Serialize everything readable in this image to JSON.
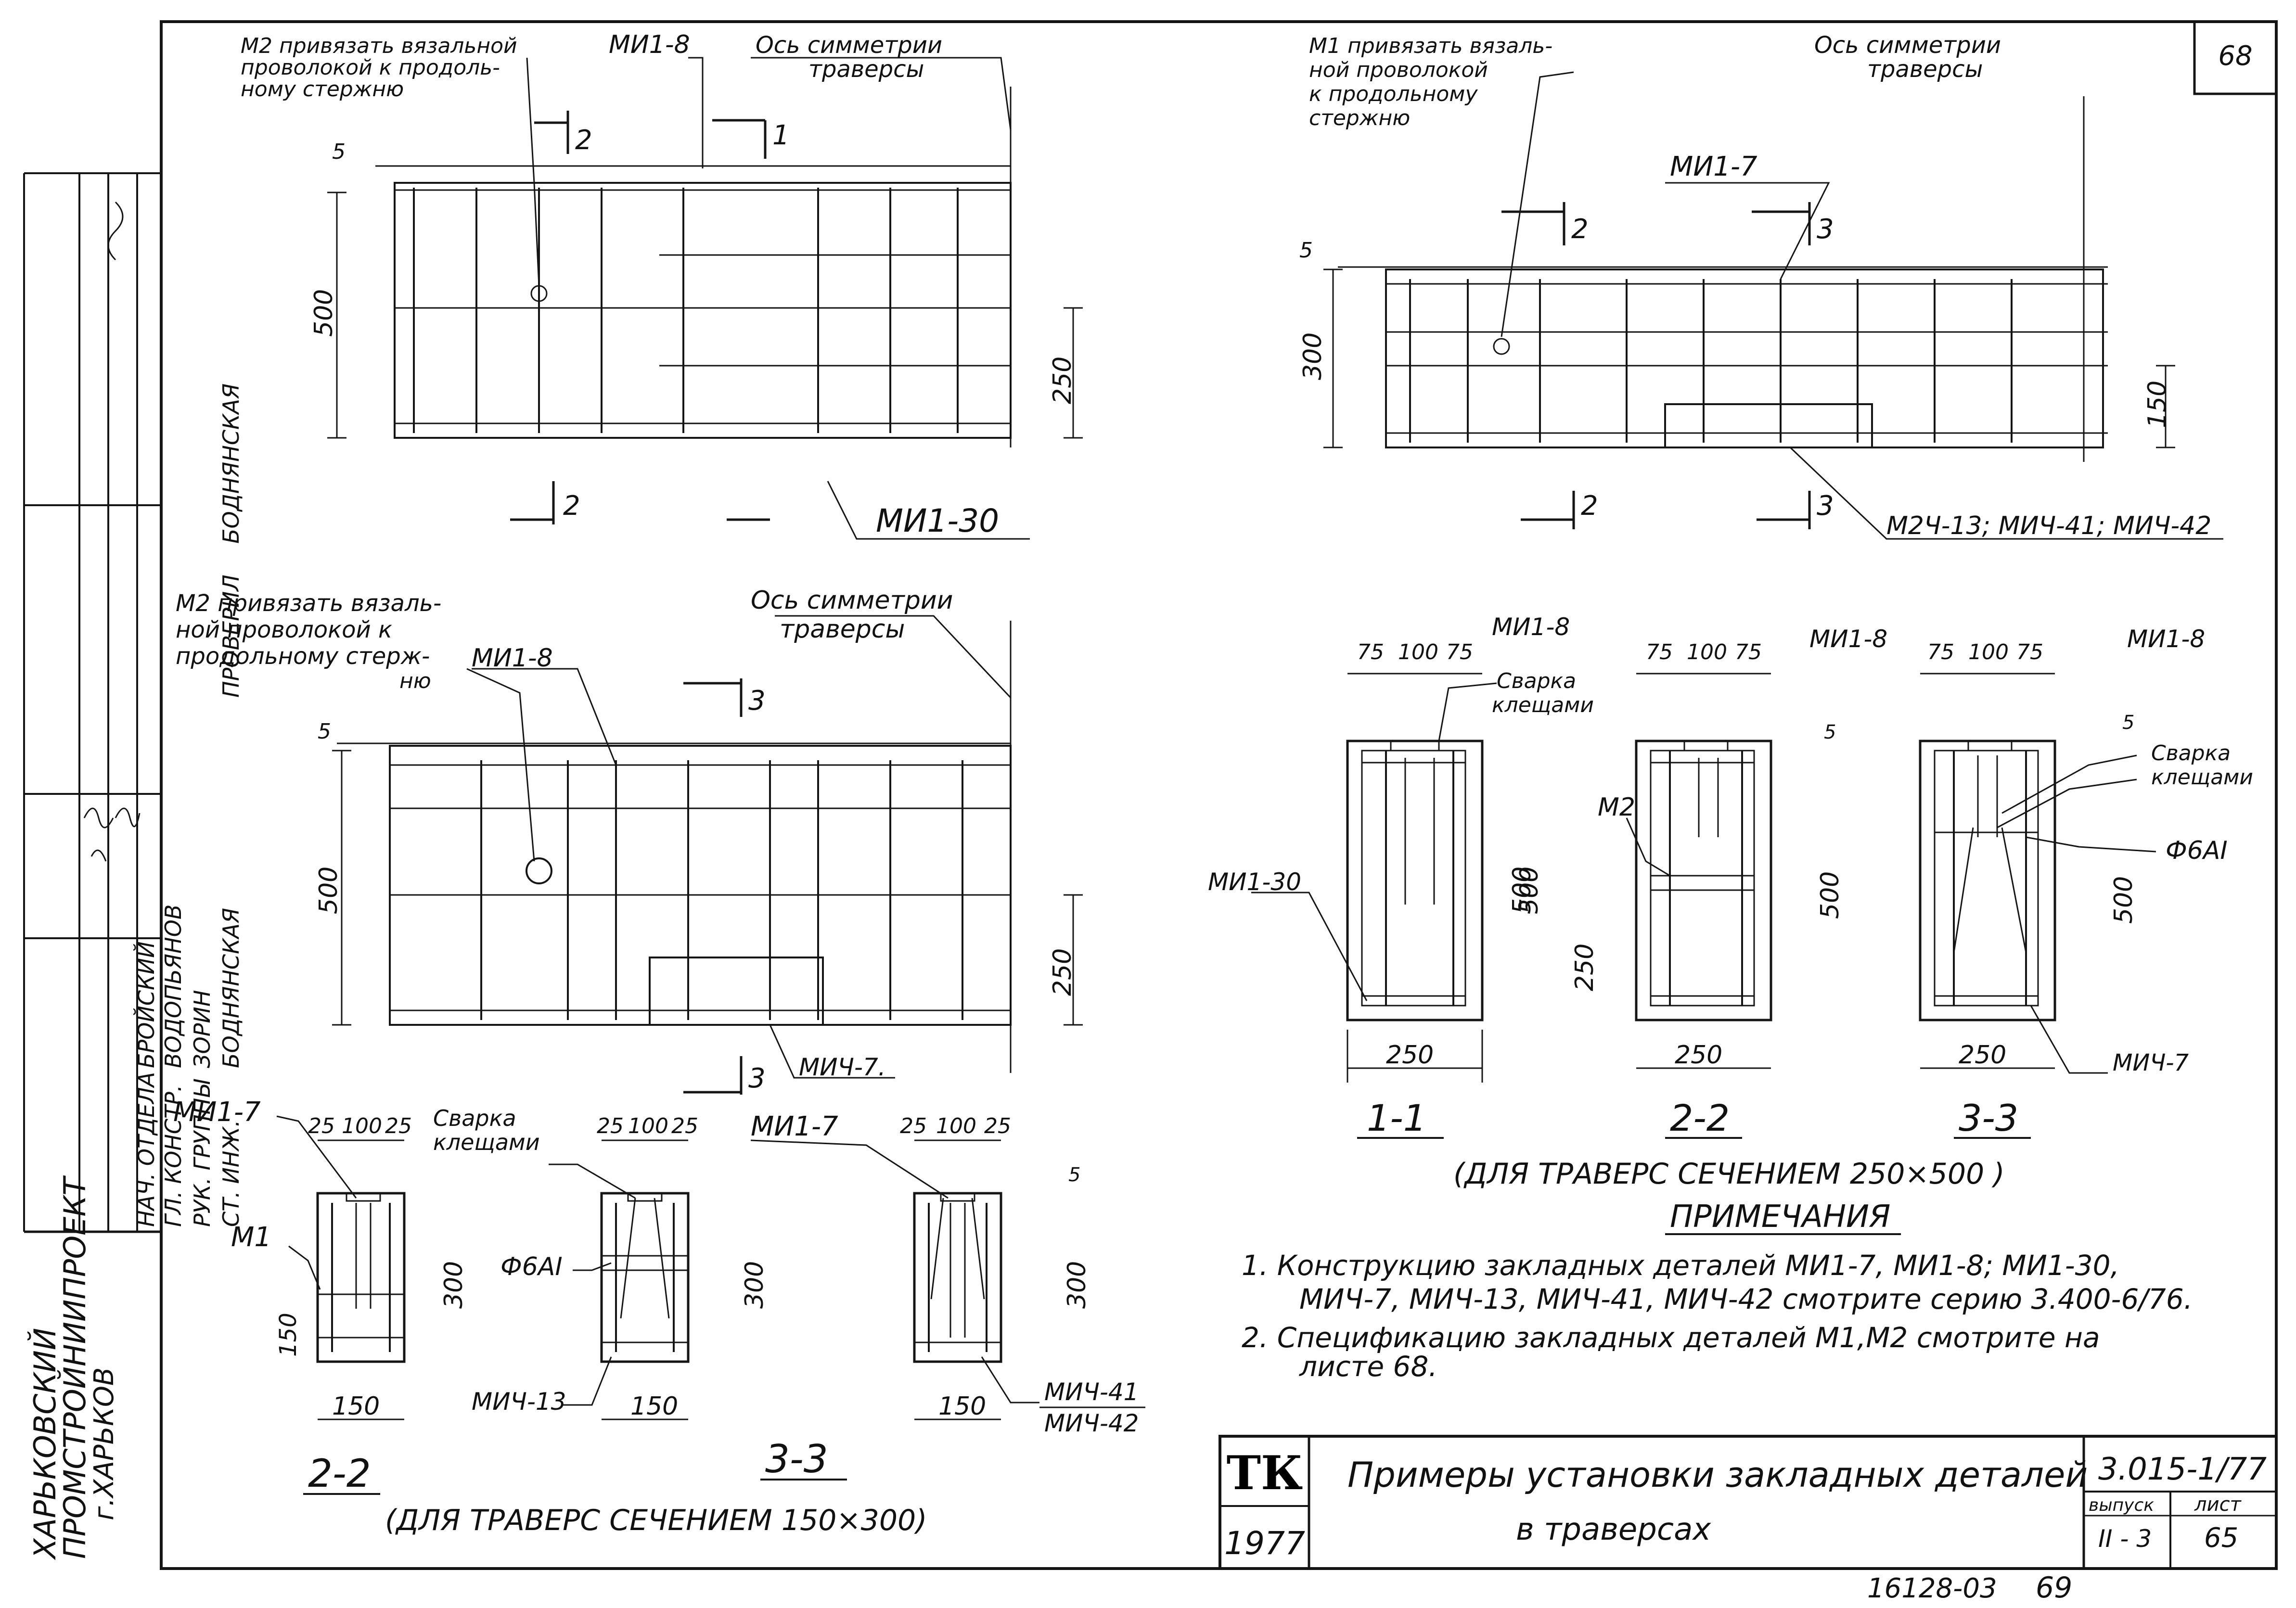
{
  "sheet": {
    "corner_sheet_no": "68",
    "bottom_stamp": "16128-03",
    "bottom_page": "69"
  },
  "side_block": {
    "org_line1": "ХАРЬКОВСКИЙ",
    "org_line2": "ПРОМСТРОЙНИИПРОЕКТ",
    "org_line3": "г.ХАРЬКОВ",
    "rows": [
      {
        "role": "НАЧ. ОТДЕЛА",
        "name": "БРОЙСКИЙ"
      },
      {
        "role": "ГЛ. КОНСТР.",
        "name": "ВОДОПЬЯНОВ"
      },
      {
        "role": "РУК. ГРУППЫ",
        "name": "ЗОРИН"
      },
      {
        "role": "СТ. ИНЖ.",
        "name": "БОДНЯНСКАЯ"
      }
    ],
    "checked_label": "ПРОВЕРИЛ",
    "checked_name": "БОДНЯНСКАЯ"
  },
  "labels": {
    "m2_note": [
      "М2 привязать вязальной",
      "проволокой к продоль-",
      "ному стержню"
    ],
    "m2_note_b": [
      "М2 привязать вязаль-",
      "ной проволокой к",
      "продольному стерж-",
      "ню"
    ],
    "m1_note": [
      "М1 привязать вязаль-",
      "ной проволокой",
      "к продольному",
      "стержню"
    ],
    "axis": [
      "Ось симметрии",
      "траверсы"
    ],
    "mi1_8": "МИ1-8",
    "mi1_7": "МИ1-7",
    "mi1_30": "МИ1-30",
    "mich_7": "МИЧ-7.",
    "mich_7b": "МИЧ-7",
    "m24_13": "М2Ч-13; МИЧ-41; МИЧ-42",
    "m2": "М2",
    "m1": "М1",
    "phi": "Ф6АI",
    "weld": [
      "Сварка",
      "клещами"
    ],
    "mich_13": "МИЧ-13",
    "mich_41": "МИЧ-41",
    "mich_42": "МИЧ-42"
  },
  "dims": {
    "d5": "5",
    "d500": "500",
    "d250": "250",
    "d300": "300",
    "d150": "150",
    "d75": "75",
    "d100": "100",
    "d25": "25"
  },
  "cut_marks": {
    "c1": "1",
    "c2": "2",
    "c3": "3"
  },
  "section_titles": {
    "s11": "1-1",
    "s22": "2-2",
    "s33": "3-3",
    "big_caption": "(ДЛЯ ТРАВЕРС СЕЧЕНИЕМ 250×500 )",
    "small_caption": "(ДЛЯ ТРАВЕРС СЕЧЕНИЕМ 150×300)"
  },
  "notes": {
    "heading": "ПРИМЕЧАНИЯ",
    "n1_line1": "1.  Конструкцию закладных деталей МИ1-7, МИ1-8; МИ1-30,",
    "n1_line2": "МИЧ-7, МИЧ-13, МИЧ-41, МИЧ-42 смотрите серию 3.400-6/76.",
    "n2_line1": "2.  Спецификацию закладных деталей М1,М2 смотрите на",
    "n2_line2": "листе 68."
  },
  "title_block": {
    "logo": "ТК",
    "year": "1977",
    "title_line1": "Примеры установки закладных деталей",
    "title_line2": "в траверсах",
    "series": "3.015-1/77",
    "issue_label": "выпуск",
    "issue_value": "II - 3",
    "sheet_label": "лист",
    "sheet_value": "65"
  }
}
